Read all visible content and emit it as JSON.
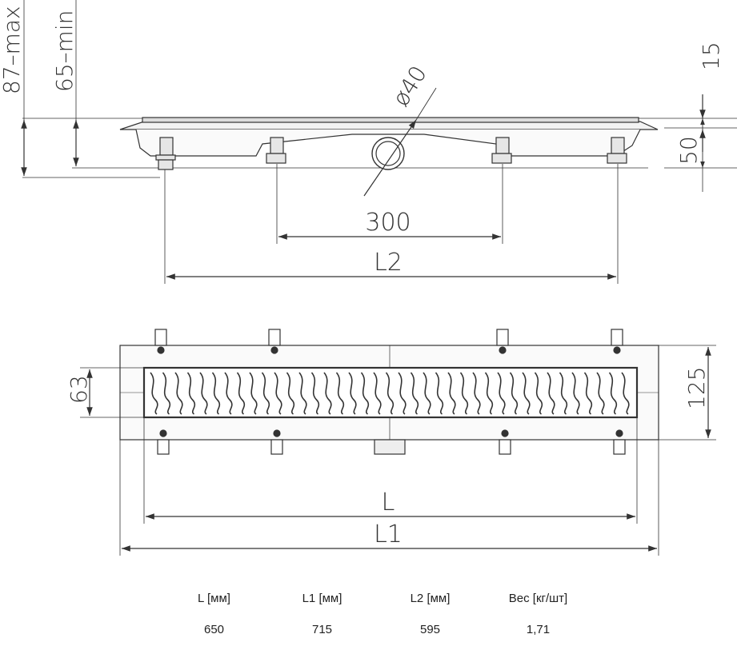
{
  "side_view": {
    "dim_87max": "87–max",
    "dim_65min": "65–min",
    "dim_15": "15",
    "dim_50": "50",
    "dim_d40": "ø40",
    "dim_300": "300",
    "dim_L2": "L2"
  },
  "top_view": {
    "dim_63": "63",
    "dim_125": "125",
    "dim_L": "L",
    "dim_L1": "L1"
  },
  "spec_table": {
    "headers": [
      "L [мм]",
      "L1 [мм]",
      "L2 [мм]",
      "Вес [кг/шт]"
    ],
    "row": [
      "650",
      "715",
      "595",
      "1,71"
    ]
  }
}
